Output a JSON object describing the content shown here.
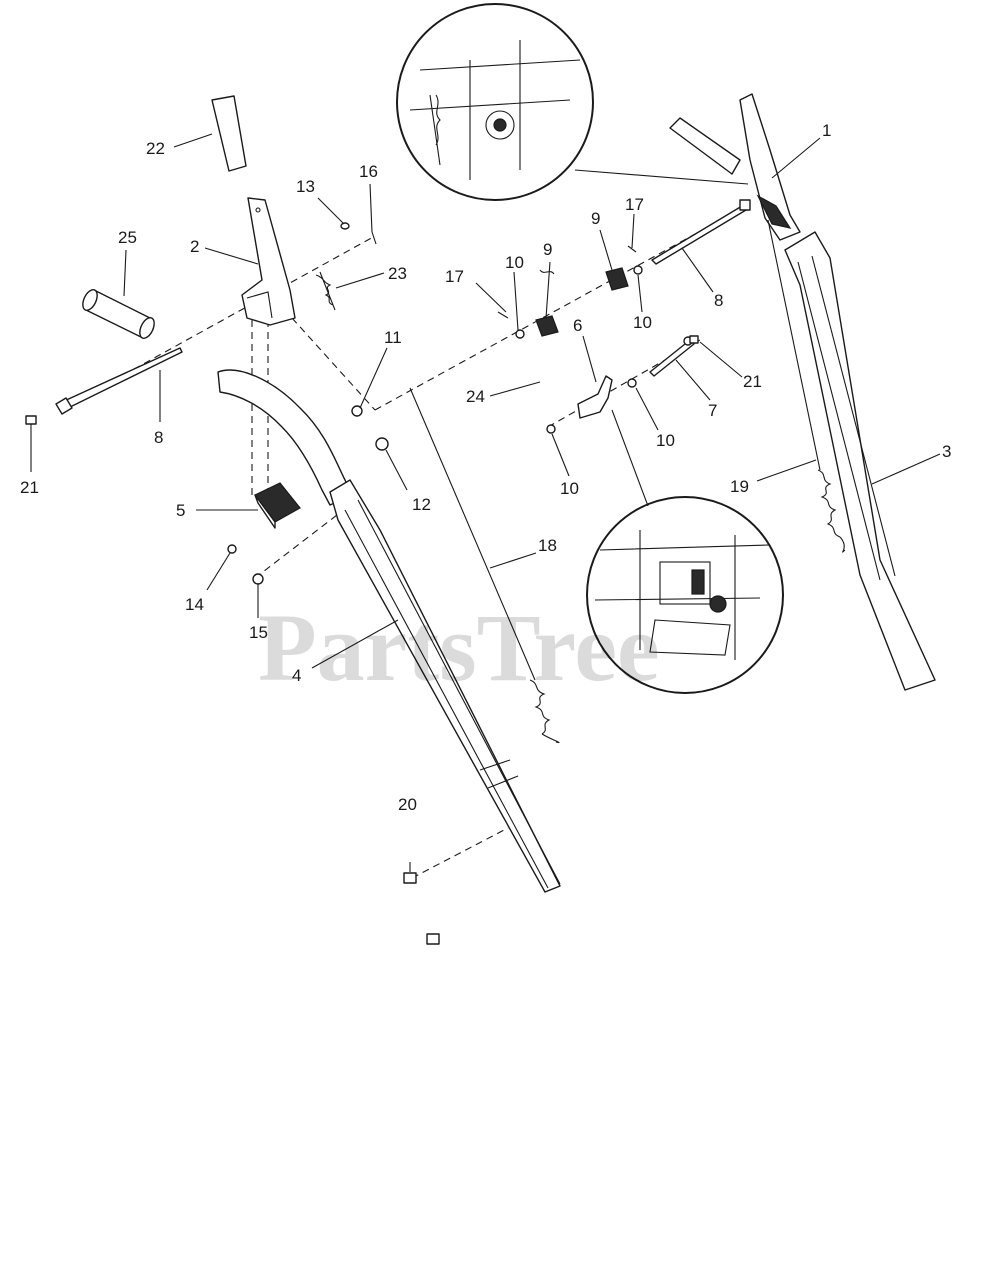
{
  "watermark": "PartsTree",
  "callouts": {
    "c1": "1",
    "c2": "2",
    "c3": "3",
    "c4": "4",
    "c5": "5",
    "c6": "6",
    "c7": "7",
    "c8a": "8",
    "c8b": "8",
    "c9a": "9",
    "c9b": "9",
    "c10a": "10",
    "c10b": "10",
    "c10c": "10",
    "c10d": "10",
    "c11": "11",
    "c12": "12",
    "c13": "13",
    "c14": "14",
    "c15": "15",
    "c16": "16",
    "c17a": "17",
    "c17b": "17",
    "c18": "18",
    "c19": "19",
    "c20": "20",
    "c21a": "21",
    "c21b": "21",
    "c22": "22",
    "c23": "23",
    "c24": "24",
    "c25": "25"
  }
}
